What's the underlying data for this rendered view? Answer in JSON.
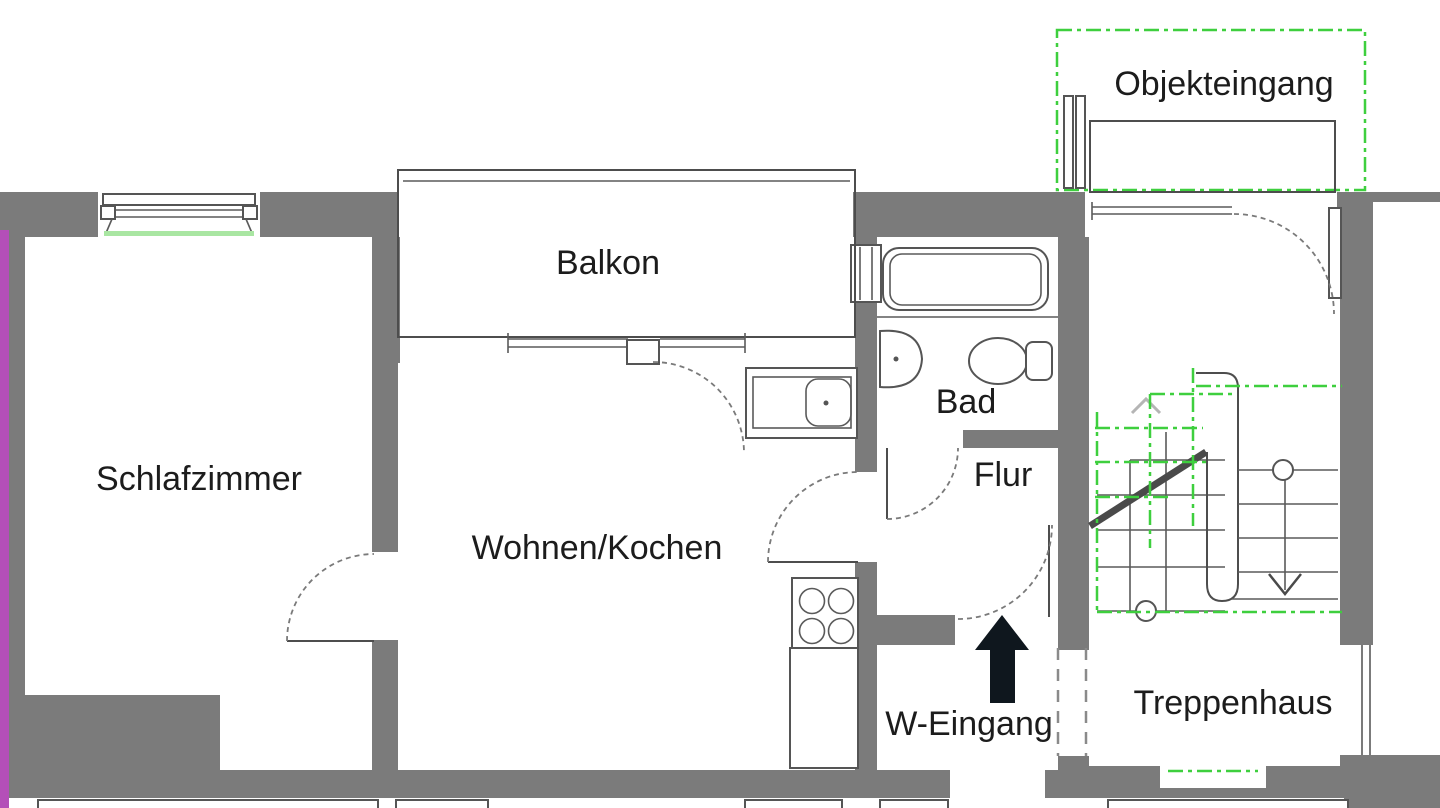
{
  "rooms": {
    "schlafzimmer": "Schlafzimmer",
    "balkon": "Balkon",
    "wohnen_kochen": "Wohnen/Kochen",
    "bad": "Bad",
    "flur": "Flur",
    "w_eingang": "W-Eingang",
    "treppenhaus": "Treppenhaus",
    "objekteingang": "Objekteingang"
  },
  "colors": {
    "wall_gray": "#7b7b7b",
    "line_gray": "#4d4d4d",
    "route_green": "#3ecf3e",
    "window_sill_green": "#a9e6a2",
    "boundary_magenta": "#b44fb8",
    "entrance_arrow_black": "#0f171e",
    "text": "#1c1c1c"
  }
}
